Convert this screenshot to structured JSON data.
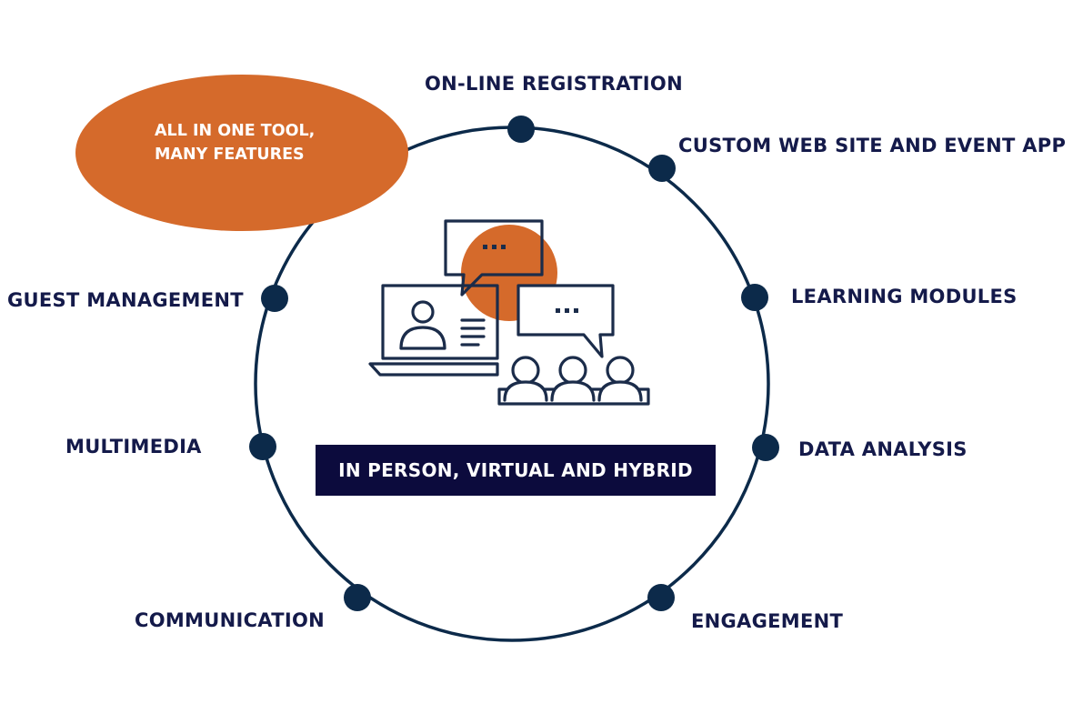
{
  "colors": {
    "navy": "#0c2a4a",
    "orange": "#d56a2b",
    "text": "#141a4a",
    "banner_bg": "#0c0b3d"
  },
  "callout": {
    "line1": "ALL IN ONE TOOL,",
    "line2": "MANY FEATURES"
  },
  "features": {
    "registration": "ON-LINE REGISTRATION",
    "website": "CUSTOM WEB SITE AND EVENT APP",
    "learning": "LEARNING MODULES",
    "data": "DATA ANALYSIS",
    "engagement": "ENGAGEMENT",
    "communication": "COMMUNICATION",
    "multimedia": "MULTIMEDIA",
    "guest": "GUEST MANAGEMENT"
  },
  "center_icon": {
    "name": "virtual-meeting-icon"
  },
  "banner": {
    "text": "IN PERSON, VIRTUAL AND HYBRID"
  }
}
